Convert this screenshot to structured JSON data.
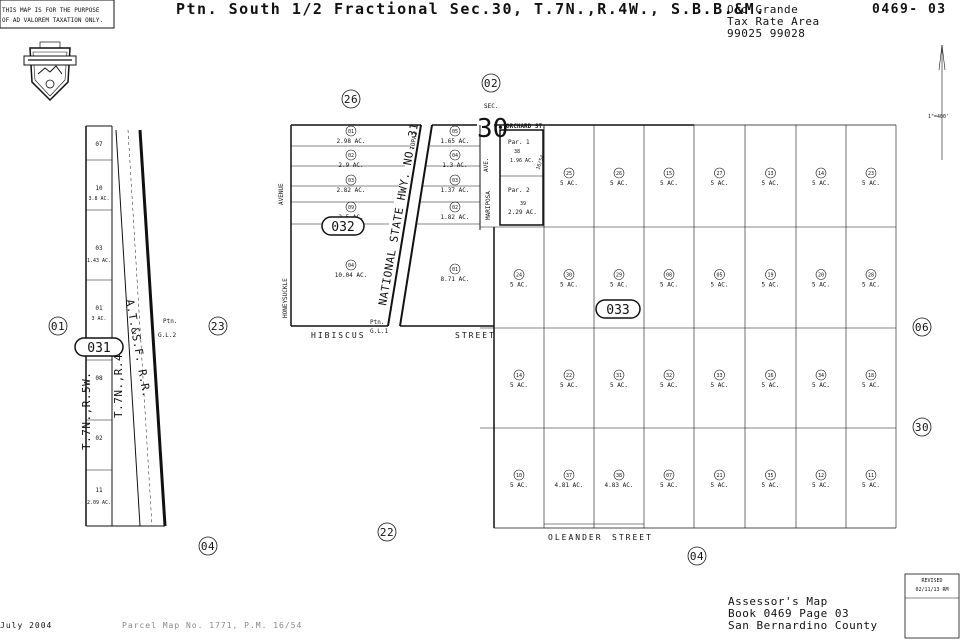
{
  "header": {
    "title": "Ptn. South 1/2 Fractional Sec.30, T.7N.,R.4W., S.B.B.&M.",
    "disclaimer_line1": "THIS MAP IS FOR THE PURPOSE",
    "disclaimer_line2": "OF AD VALOREM TAXATION ONLY.",
    "area_name": "Oro Grande",
    "tax_rate_area": "Tax Rate Area",
    "tax_rate_codes": "99025 99028",
    "map_number": "0469- 03",
    "scale": "1\"=400'"
  },
  "sections": {
    "top": "02",
    "sec_label": "SEC.",
    "sec_number": "30",
    "top_left": "26",
    "left_outer": "01",
    "left_middle": "23",
    "right_top": "06",
    "right_bottom": "30",
    "bottom_left": "04",
    "bottom_middle": "22",
    "bottom_right": "04"
  },
  "books": {
    "left": "031",
    "center_left": "032",
    "center_right": "033"
  },
  "streets": {
    "orchard": "ORCHARD ST.",
    "avenue": "AVENUE",
    "honeysuckle": "HONEYSUCKLE",
    "hibiscus": "HIBISCUS",
    "street": "STREET",
    "oleander": "OLEANDER",
    "oleander_street": "STREET",
    "national_hwy": "NATIONAL STATE HWY. NO. 31",
    "topaz": "TOPAZ",
    "mariposa": "MARIPOSA",
    "ave": "AVE.",
    "atsf": "A.T.&S.F. R.R.",
    "twp_1": "T.7N.,R.5W.",
    "twp_2": "T.7N.,R.4W.",
    "ptn_gl2_a": "Ptn.",
    "ptn_gl2_b": "G.L.2",
    "ptn_gl1_a": "Ptn.",
    "ptn_gl1_b": "G.L.1",
    "rs": "16/54"
  },
  "west_parcels": [
    {
      "num": "01",
      "area": "2.98 AC."
    },
    {
      "num": "02",
      "area": "2.9 AC."
    },
    {
      "num": "03",
      "area": "2.82 AC."
    },
    {
      "num": "09",
      "area": "2.5 AC."
    },
    {
      "num": "04",
      "area": "10.04 AC."
    }
  ],
  "mid_parcels": [
    {
      "num": "05",
      "area": "1.65 AC."
    },
    {
      "num": "04",
      "area": "1.3 AC."
    },
    {
      "num": "03",
      "area": "1.37 AC."
    },
    {
      "num": "02",
      "area": "1.82 AC."
    },
    {
      "num": "01",
      "area": "8.71 AC."
    }
  ],
  "small_parcels": {
    "par1": "Par. 1",
    "par2": "Par. 2",
    "p38": "38",
    "p38_area": "1.96 AC.",
    "p39": "39",
    "p39_area": "2.29 AC."
  },
  "grid_rows": [
    [
      {
        "num": "25",
        "area": "5 AC."
      },
      {
        "num": "26",
        "area": "5 AC."
      },
      {
        "num": "15",
        "area": "5 AC."
      },
      {
        "num": "27",
        "area": "5 AC."
      },
      {
        "num": "13",
        "area": "5 AC."
      },
      {
        "num": "14",
        "area": "5 AC."
      },
      {
        "num": "23",
        "area": "5 AC."
      }
    ],
    [
      {
        "num": "24",
        "area": "5 AC."
      },
      {
        "num": "30",
        "area": "5 AC."
      },
      {
        "num": "29",
        "area": "5 AC."
      },
      {
        "num": "08",
        "area": "5 AC."
      },
      {
        "num": "05",
        "area": "5 AC."
      },
      {
        "num": "19",
        "area": "5 AC."
      },
      {
        "num": "20",
        "area": "5 AC."
      },
      {
        "num": "28",
        "area": "5 AC."
      }
    ],
    [
      {
        "num": "14",
        "area": "5 AC."
      },
      {
        "num": "22",
        "area": "5 AC."
      },
      {
        "num": "31",
        "area": "5 AC."
      },
      {
        "num": "32",
        "area": "5 AC."
      },
      {
        "num": "33",
        "area": "5 AC."
      },
      {
        "num": "16",
        "area": "5 AC."
      },
      {
        "num": "34",
        "area": "5 AC."
      },
      {
        "num": "18",
        "area": "5 AC."
      }
    ],
    [
      {
        "num": "10",
        "area": "5 AC."
      },
      {
        "num": "37",
        "area": "4.81 AC."
      },
      {
        "num": "38",
        "area": "4.83 AC."
      },
      {
        "num": "07",
        "area": "5 AC."
      },
      {
        "num": "21",
        "area": "5 AC."
      },
      {
        "num": "35",
        "area": "5 AC."
      },
      {
        "num": "12",
        "area": "5 AC."
      },
      {
        "num": "11",
        "area": "5 AC."
      }
    ]
  ],
  "left_strip": [
    {
      "num": "07",
      "area": ""
    },
    {
      "num": "10",
      "area": "3.8 AC."
    },
    {
      "num": "03",
      "area": "1.43 AC."
    },
    {
      "num": "01",
      "area": "3 AC."
    },
    {
      "num": "08",
      "area": ""
    },
    {
      "num": "02",
      "area": ""
    },
    {
      "num": "11",
      "area": "2.09 AC."
    }
  ],
  "footer": {
    "date": "July 2004",
    "parcel_map": "Parcel Map No. 1771, P.M. 16/54",
    "assessor_1": "Assessor's Map",
    "assessor_2": "Book 0469 Page 03",
    "assessor_3": "San Bernardino County",
    "revised_label": "REVISED",
    "revised_date": "02/11/13 RM"
  },
  "colors": {
    "ink": "#111111",
    "paper": "#ffffff"
  }
}
